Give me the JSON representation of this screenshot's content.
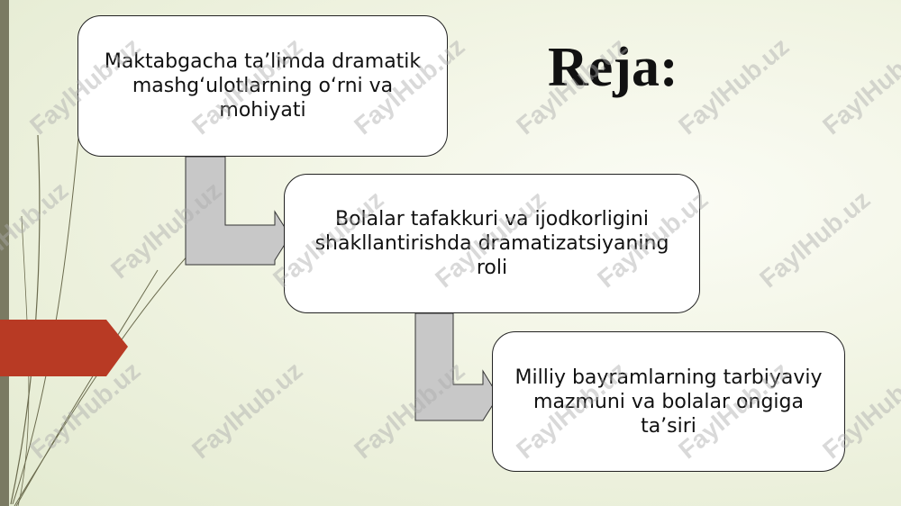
{
  "slide": {
    "title": "Reja:",
    "items": [
      "Maktabgacha ta’limda dramatik mashg‘ulotlarning o‘rni va mohiyati",
      "Bolalar tafakkuri va ijodkorligini shakllantirishda dramatizatsiyaning roli",
      "Milliy bayramlarning tarbiyaviy mazmuni va bolalar ongiga ta’siri"
    ]
  },
  "watermark": {
    "text": "FaylHub.uz"
  },
  "colors": {
    "accent_red": "#b83a24",
    "left_bar": "#7a7a62",
    "connector_fill": "#c8c8c8"
  }
}
